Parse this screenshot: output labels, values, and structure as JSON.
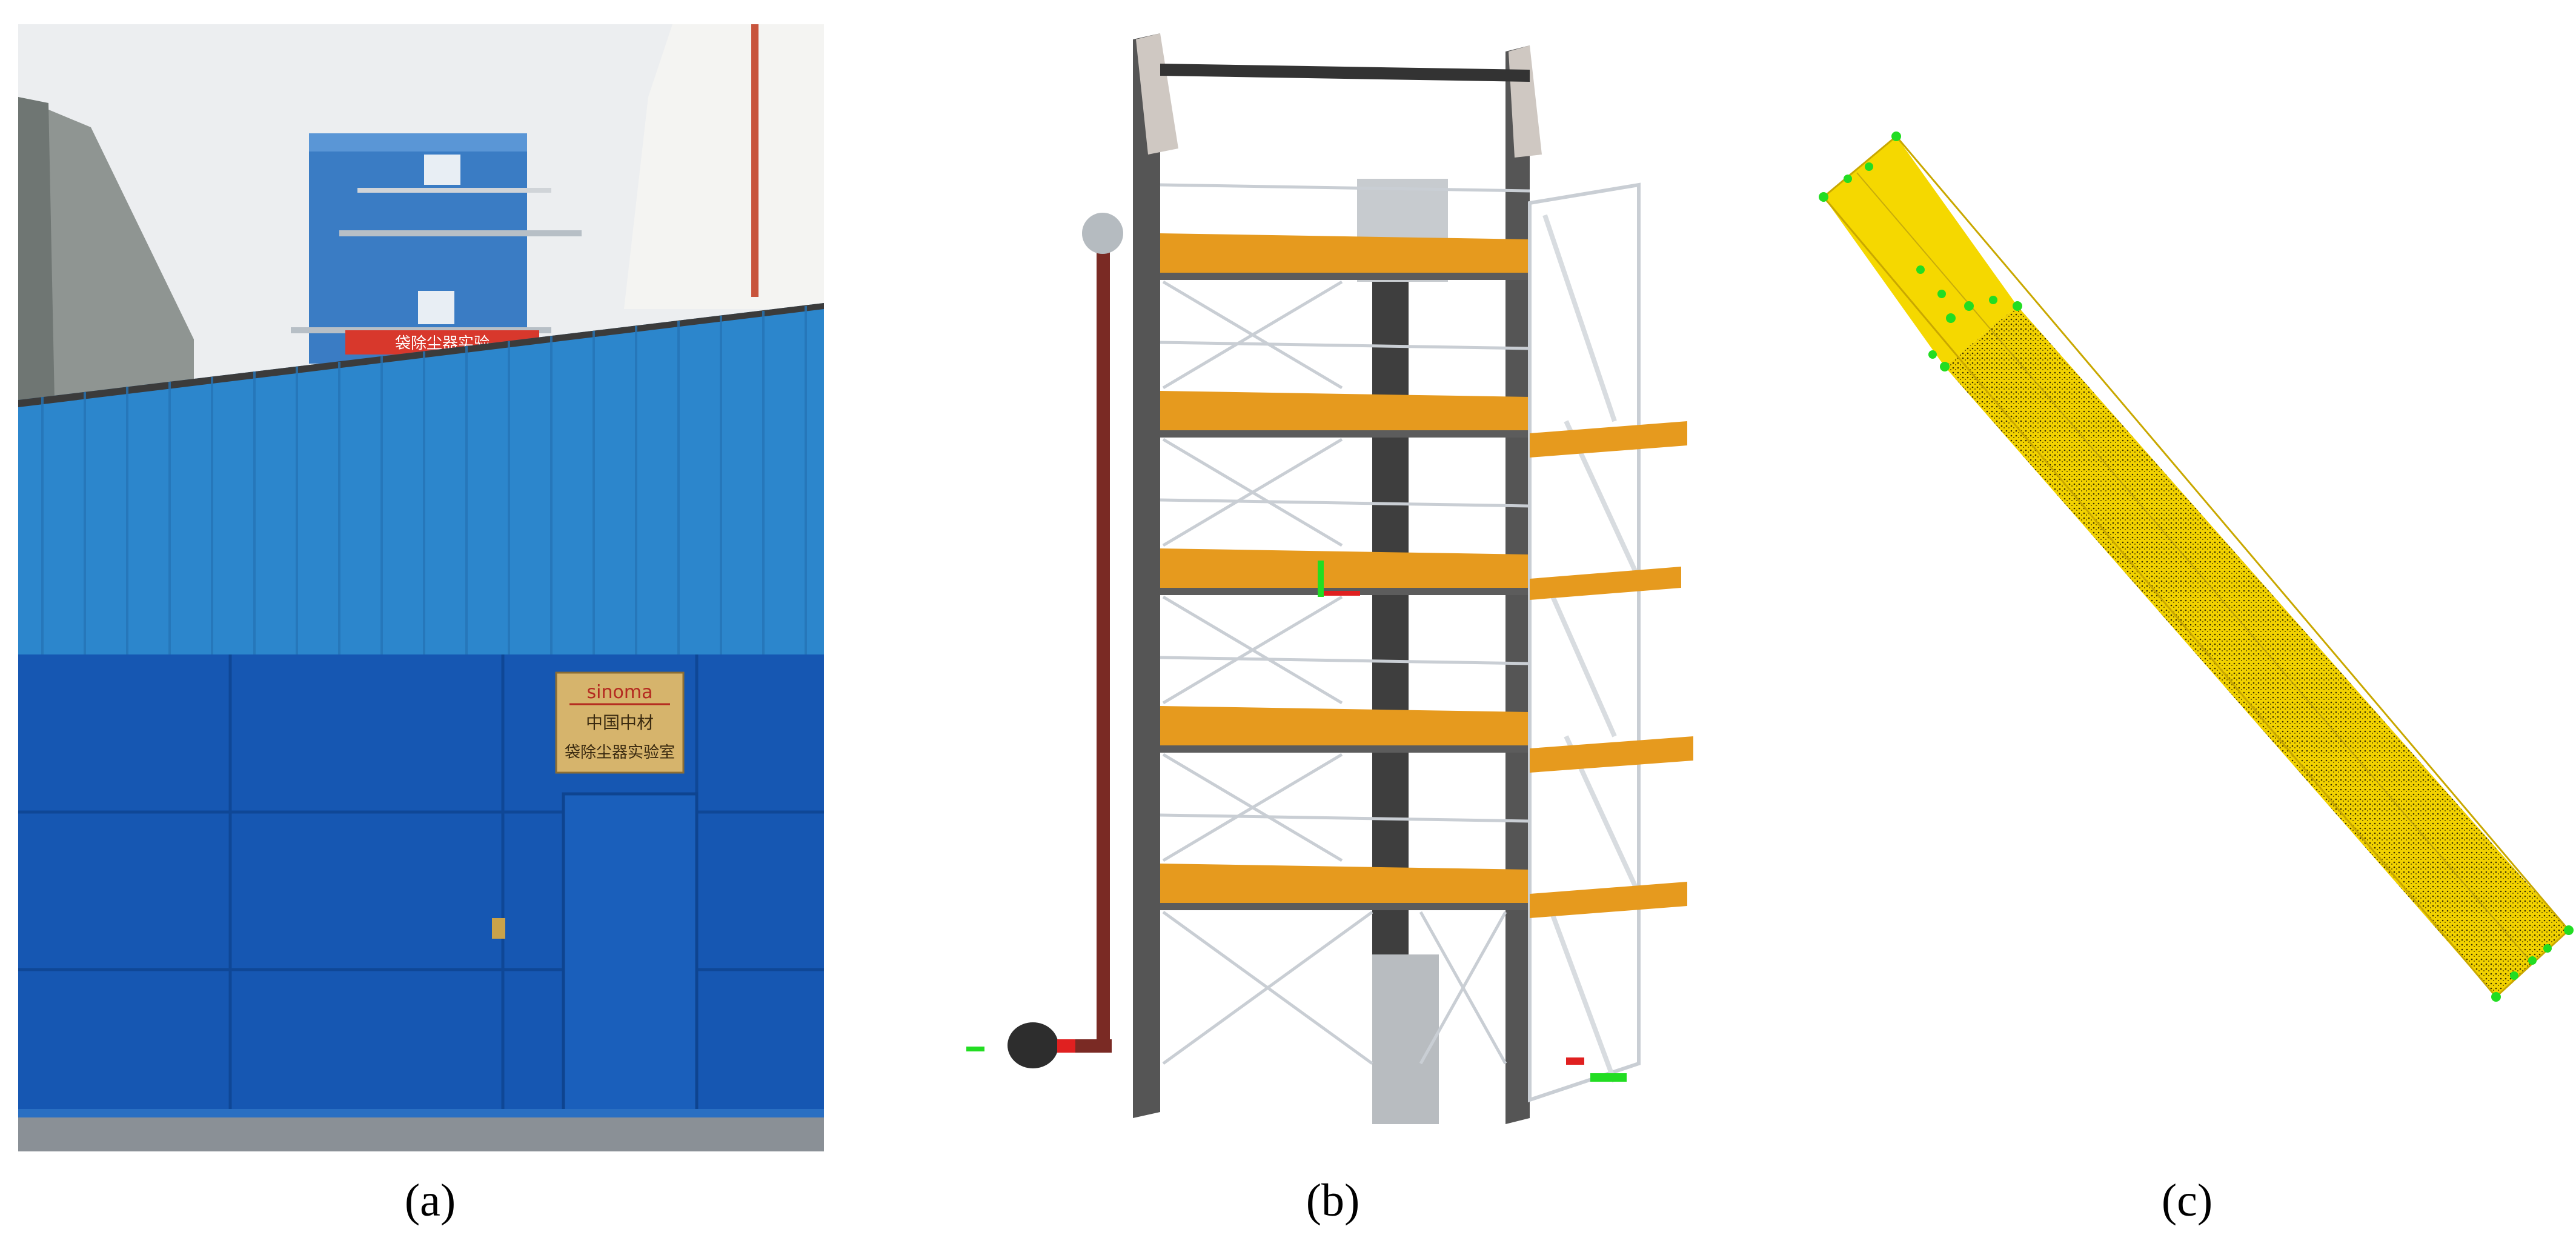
{
  "captions": {
    "a": {
      "open": "(",
      "letter": "a",
      "close": ")"
    },
    "b": {
      "open": "(",
      "letter": "b",
      "close": ")"
    },
    "c": {
      "open": "(",
      "letter": "c",
      "close": ")"
    }
  },
  "panel_a": {
    "sign_brand": "sinoma",
    "sign_line1": "中国中材",
    "sign_line2": "袋除尘器实验室",
    "banner_text": "袋除尘器实验",
    "colors": {
      "sky": "#eef0f2",
      "wall_upper": "#2f8ad0",
      "wall_lower": "#1556b0",
      "sign": "#d4b26a"
    }
  },
  "panel_b": {
    "colors": {
      "steel": "#4d4d4d",
      "floor": "#e69a1e",
      "railing": "#c9ced4",
      "pipe": "#7a2a24"
    }
  },
  "panel_c": {
    "colors": {
      "mesh": "#f2d200",
      "nodes": "#22dd22"
    }
  }
}
